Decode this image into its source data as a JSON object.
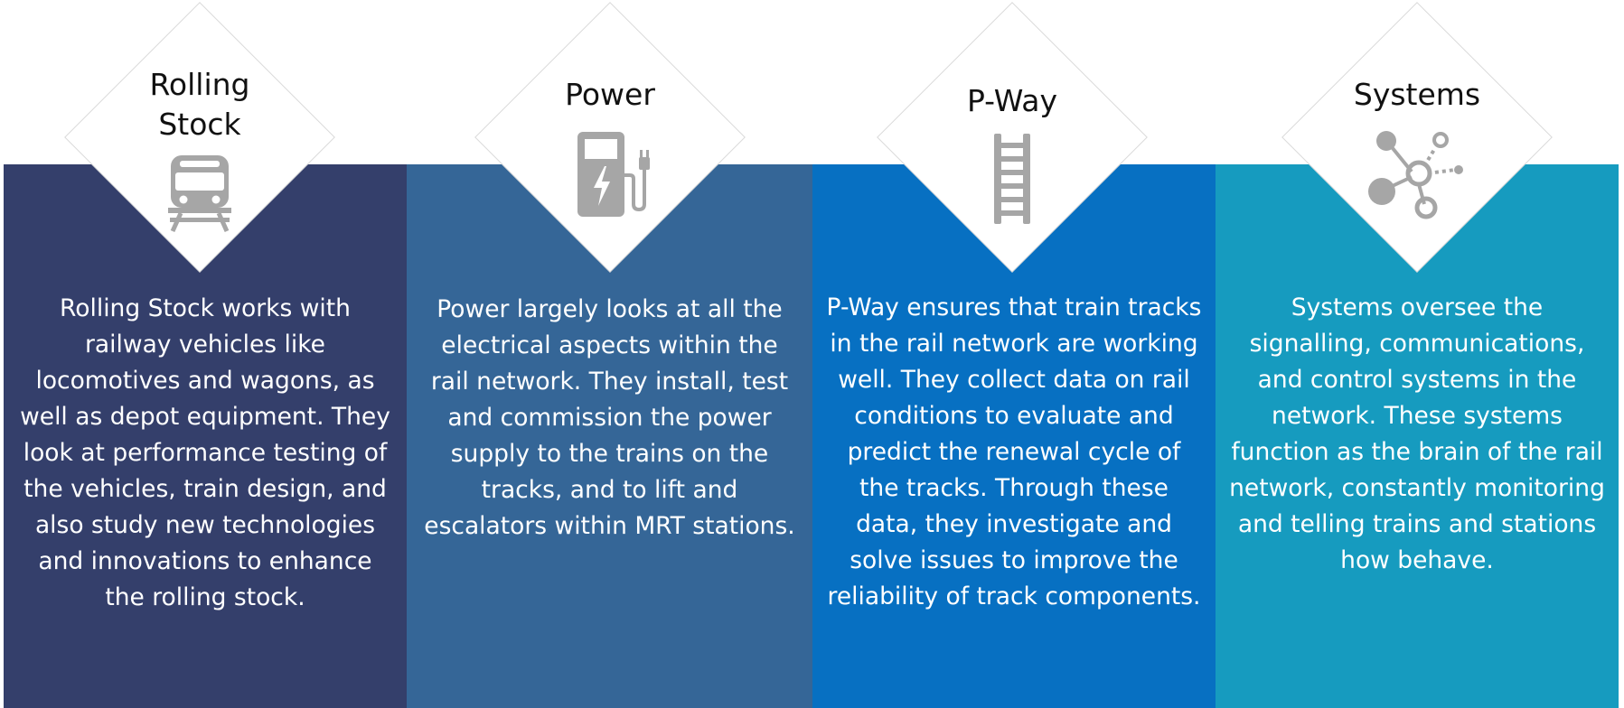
{
  "colors": {
    "rolling_stock": "#343f6b",
    "power": "#356697",
    "pway": "#0770c2",
    "systems": "#169bbf",
    "icon_gray": "#a6a6a6"
  },
  "sections": [
    {
      "title": "Rolling Stock",
      "icon": "train-icon",
      "text": "Rolling Stock works with railway vehicles like locomotives and wagons, as well as depot equipment. They look at performance testing of the vehicles, train design, and also study new technologies and innovations to enhance the rolling stock."
    },
    {
      "title": "Power",
      "icon": "charging-station-icon",
      "text": "Power largely looks at all the electrical aspects within the rail network. They install, test and commission the power supply to the trains on the tracks, and to lift and escalators within MRT stations."
    },
    {
      "title": "P-Way",
      "icon": "track-ladder-icon",
      "text": "P-Way ensures that train tracks in the rail network are working well. They collect data on rail conditions to evaluate and predict the renewal cycle of the tracks. Through these data, they investigate and solve issues to improve the reliability of track components."
    },
    {
      "title": "Systems",
      "icon": "network-nodes-icon",
      "text": "Systems oversee the signalling, communications, and control systems in the network. These systems function as the brain of the rail network, constantly monitoring and telling trains and stations how behave."
    }
  ]
}
